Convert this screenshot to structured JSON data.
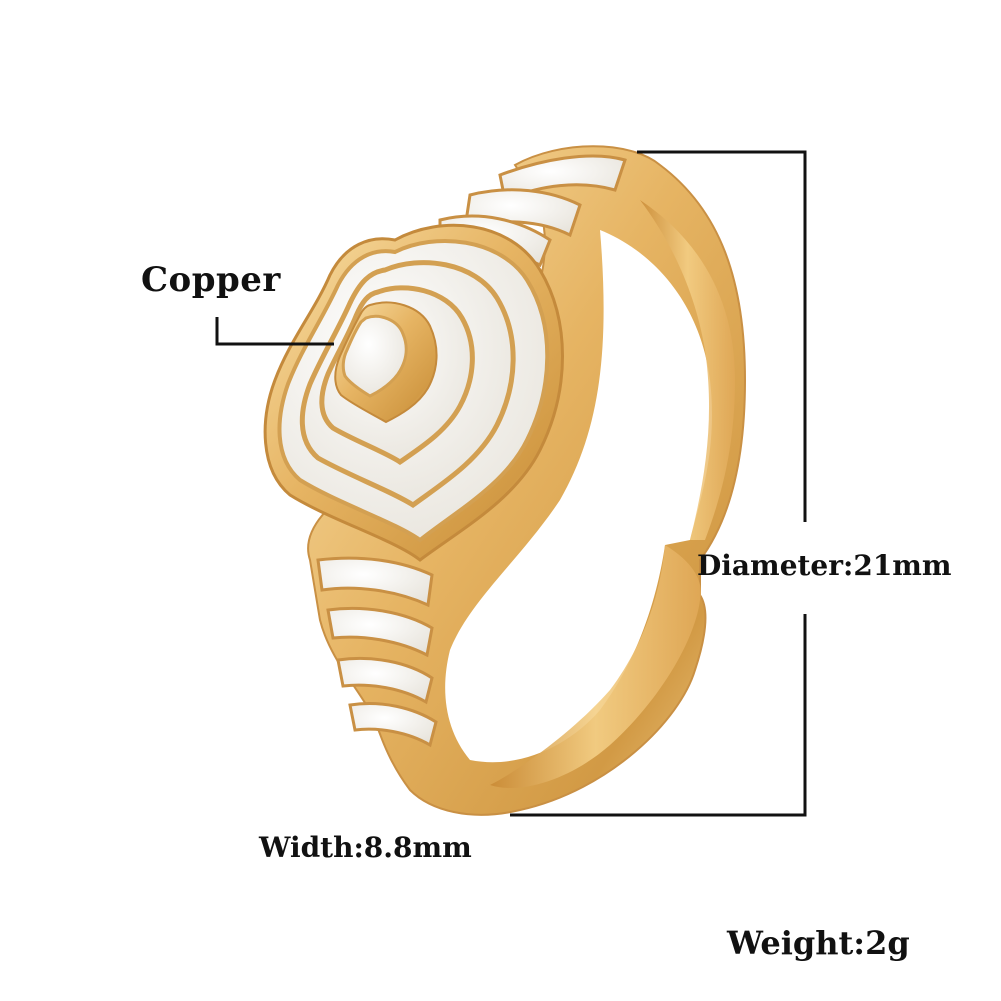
{
  "product": {
    "material_label": "Copper",
    "diameter_label": "Diameter:21mm",
    "width_label": "Width:8.8mm",
    "weight_label": "Weight:2g"
  },
  "colors": {
    "gold": "#e8b96a",
    "enamel": "#f2efe8",
    "line": "#111111"
  }
}
